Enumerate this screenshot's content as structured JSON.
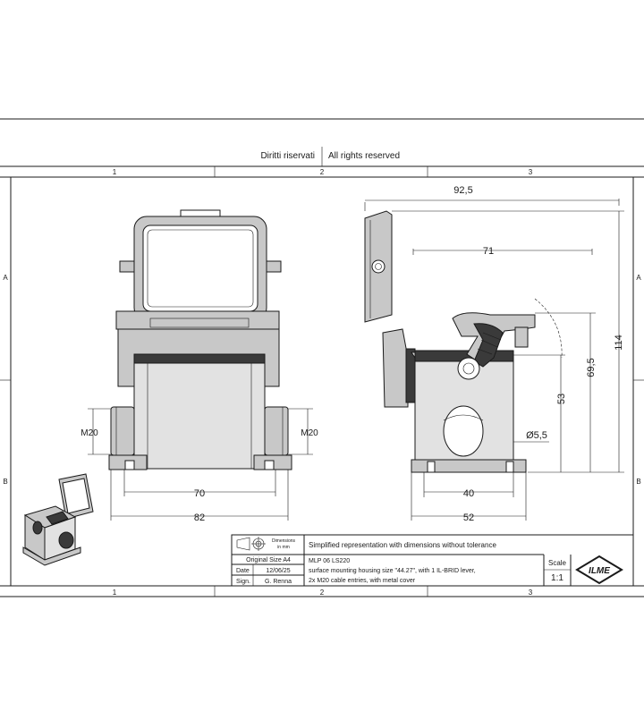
{
  "header": {
    "rights_it": "Diritti riservati",
    "rights_en": "All rights reserved"
  },
  "grid": {
    "columns": [
      "1",
      "2",
      "3"
    ],
    "rows": [
      "A",
      "B"
    ]
  },
  "front_view": {
    "width_outer": "82",
    "width_inner": "70",
    "cable_entry_left": "M20",
    "cable_entry_right": "M20"
  },
  "side_view": {
    "depth_total": "92,5",
    "depth_lever": "71",
    "height_total": "114",
    "height_lever": "69,5",
    "height_entry": "53",
    "hole_diameter": "Ø5,5",
    "base_inner": "40",
    "base_outer": "52"
  },
  "title_block": {
    "dimensions_label": "Dimensions",
    "dimensions_unit": "in mm",
    "original_size": "Original Size A4",
    "date_label": "Date",
    "date_value": "12/06/25",
    "sign_label": "Sign.",
    "sign_value": "G. Renna",
    "note": "Simplified representation with dimensions without tolerance",
    "part_number": "MLP 06 LS220",
    "description_1": "surface mounting housing size \"44.27\", with 1 IL-BRID lever,",
    "description_2": "2x M20 cable entries, with metal cover",
    "scale_label": "Scale",
    "scale_value": "1:1",
    "logo": "ILME"
  }
}
